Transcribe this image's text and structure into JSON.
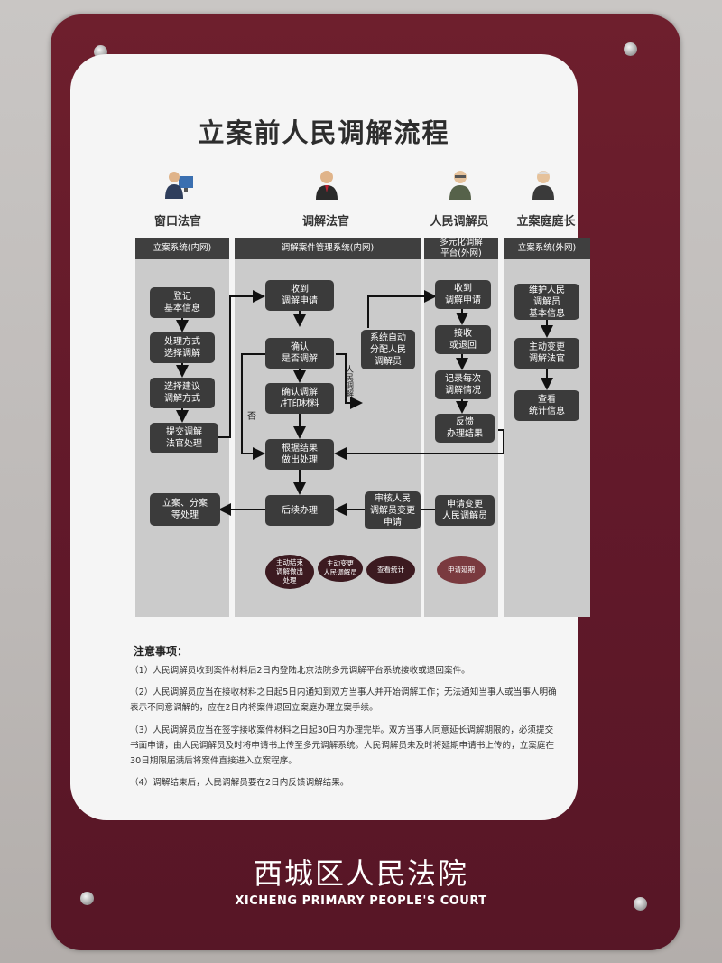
{
  "title": "立案前人民调解流程",
  "roles": [
    "窗口法官",
    "调解法官",
    "人民调解员",
    "立案庭庭长"
  ],
  "columns": [
    "立案系统(内网)",
    "调解案件管理系统(内网)",
    "多元化调解\n平台(外网)",
    "立案系统(外网)"
  ],
  "nodes": {
    "register_info": "登记\n基本信息",
    "choose_method": "处理方式\n选择调解",
    "suggest_method": "选择建议\n调解方式",
    "submit_judge": "提交调解\n法官处理",
    "receive_app": "收到\n调解申请",
    "confirm_mediate": "确认\n是否调解",
    "confirm_print": "确认调解\n/打印材料",
    "by_result": "根据结果\n做出处理",
    "follow_up": "后续办理",
    "auto_assign": "系统自动\n分配人民\n调解员",
    "review_change": "审核人民\n调解员变更\n申请",
    "recv_app2": "收到\n调解申请",
    "accept_return": "接收\n或退回",
    "record_each": "记录每次\n调解情况",
    "feedback": "反馈\n办理结果",
    "apply_change": "申请变更\n人民调解员",
    "maintain_info": "维护人民\n调解员\n基本信息",
    "active_change": "主动变更\n调解法官",
    "view_stats": "查看\n统计信息",
    "file_case": "立案、分案\n等处理"
  },
  "ovals": {
    "active_end": "主动结束\n调解做出\n处理",
    "active_change_mediator": "主动变更\n人民调解员",
    "check_stats": "查看统计",
    "apply_extend": "申请延期"
  },
  "edge_labels": {
    "no": "否",
    "people_mediate": "人民调解"
  },
  "notes": {
    "title": "注意事项：",
    "items": [
      "（1）人民调解员收到案件材料后2日内登陆北京法院多元调解平台系统接收或退回案件。",
      "（2）人民调解员应当在接收材料之日起5日内通知到双方当事人并开始调解工作；无法通知当事人或当事人明确表示不同意调解的，应在2日内将案件退回立案庭办理立案手续。",
      "（3）人民调解员应当在签字接收案件材料之日起30日内办理完毕。双方当事人同意延长调解期限的，必须提交书面申请，由人民调解员及时将申请书上传至多元调解系统。人民调解员未及时将延期申请书上传的，立案庭在30日期限届满后将案件直接进入立案程序。",
      "（4）调解结束后，人民调解员要在2日内反馈调解结果。"
    ]
  },
  "court": {
    "name_zh": "西城区人民法院",
    "name_en": "XICHENG PRIMARY PEOPLE'S COURT"
  },
  "colors": {
    "board": "#62192a",
    "node": "#3b3b3b",
    "column": "#cbcbcb",
    "oval_dark": "#3c1a20",
    "oval_light": "#7a3a3f"
  }
}
